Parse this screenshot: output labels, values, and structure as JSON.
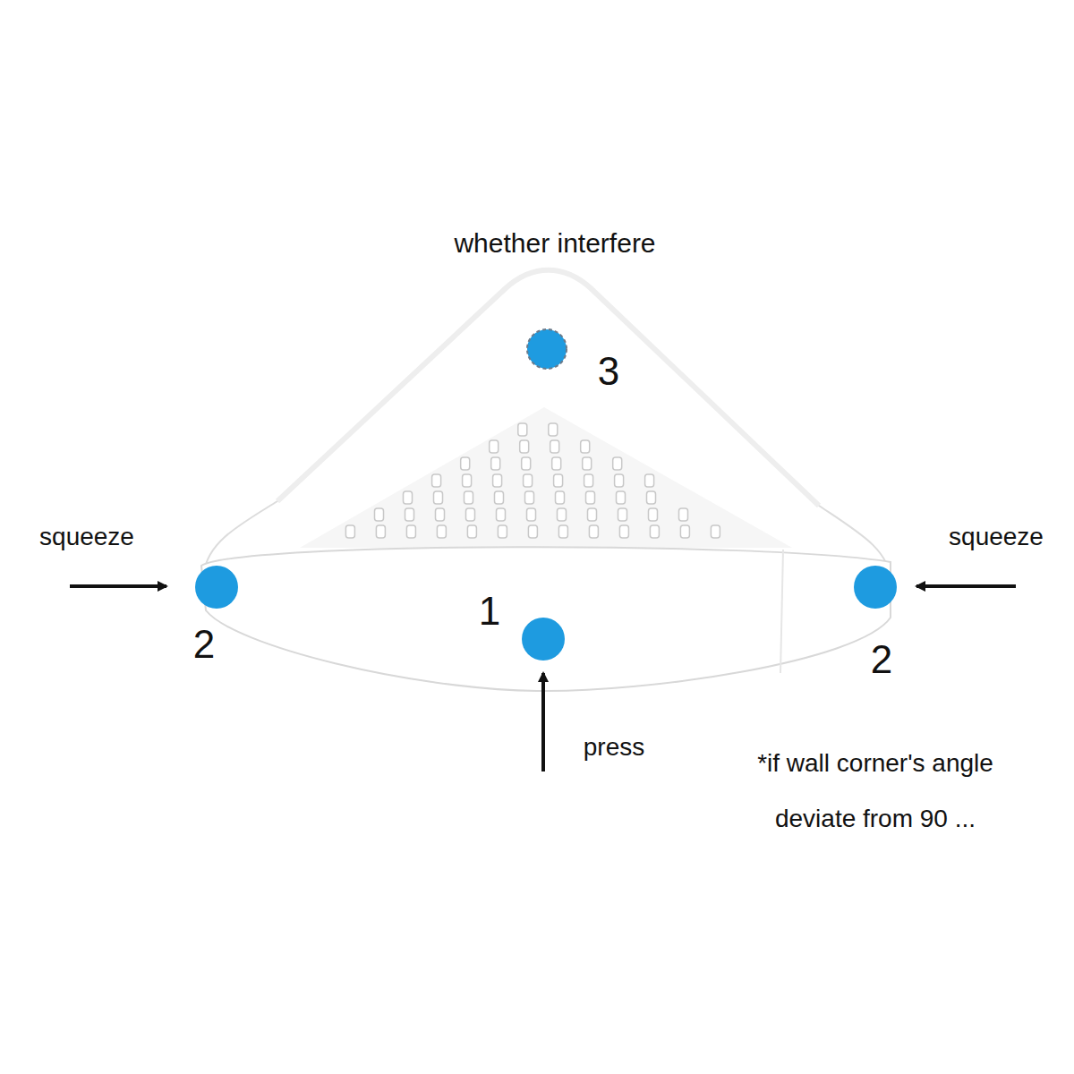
{
  "diagram": {
    "labels": [
      "whether interfere",
      "3",
      "squeeze",
      "squeeze",
      "1",
      "2",
      "2",
      "press",
      "*if wall corner's angle deviate from 90 ..."
    ]
  }
}
